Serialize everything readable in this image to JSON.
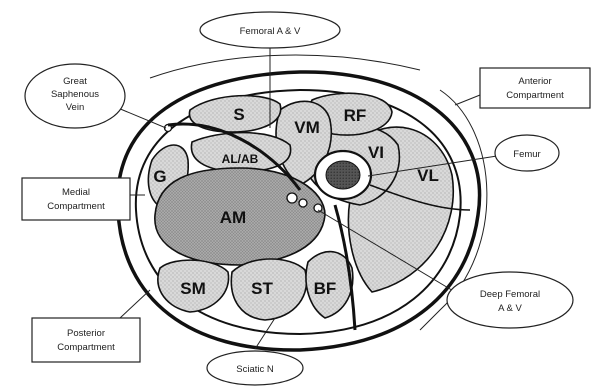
{
  "diagram": {
    "muscles": {
      "S": "S",
      "RF": "RF",
      "VM": "VM",
      "VI": "VI",
      "VL": "VL",
      "AL_AB": "AL/AB",
      "G": "G",
      "AM": "AM",
      "SM": "SM",
      "ST": "ST",
      "BF": "BF"
    },
    "callouts": {
      "femoral_av": [
        "Femoral A & V"
      ],
      "great_saphenous": [
        "Great",
        "Saphenous",
        "Vein"
      ],
      "anterior": [
        "Anterior",
        "Compartment"
      ],
      "femur": [
        "Femur"
      ],
      "medial": [
        "Medial",
        "Compartment"
      ],
      "deep_femoral": [
        "Deep Femoral",
        "A & V"
      ],
      "posterior": [
        "Posterior",
        "Compartment"
      ],
      "sciatic": [
        "Sciatic N"
      ]
    }
  }
}
